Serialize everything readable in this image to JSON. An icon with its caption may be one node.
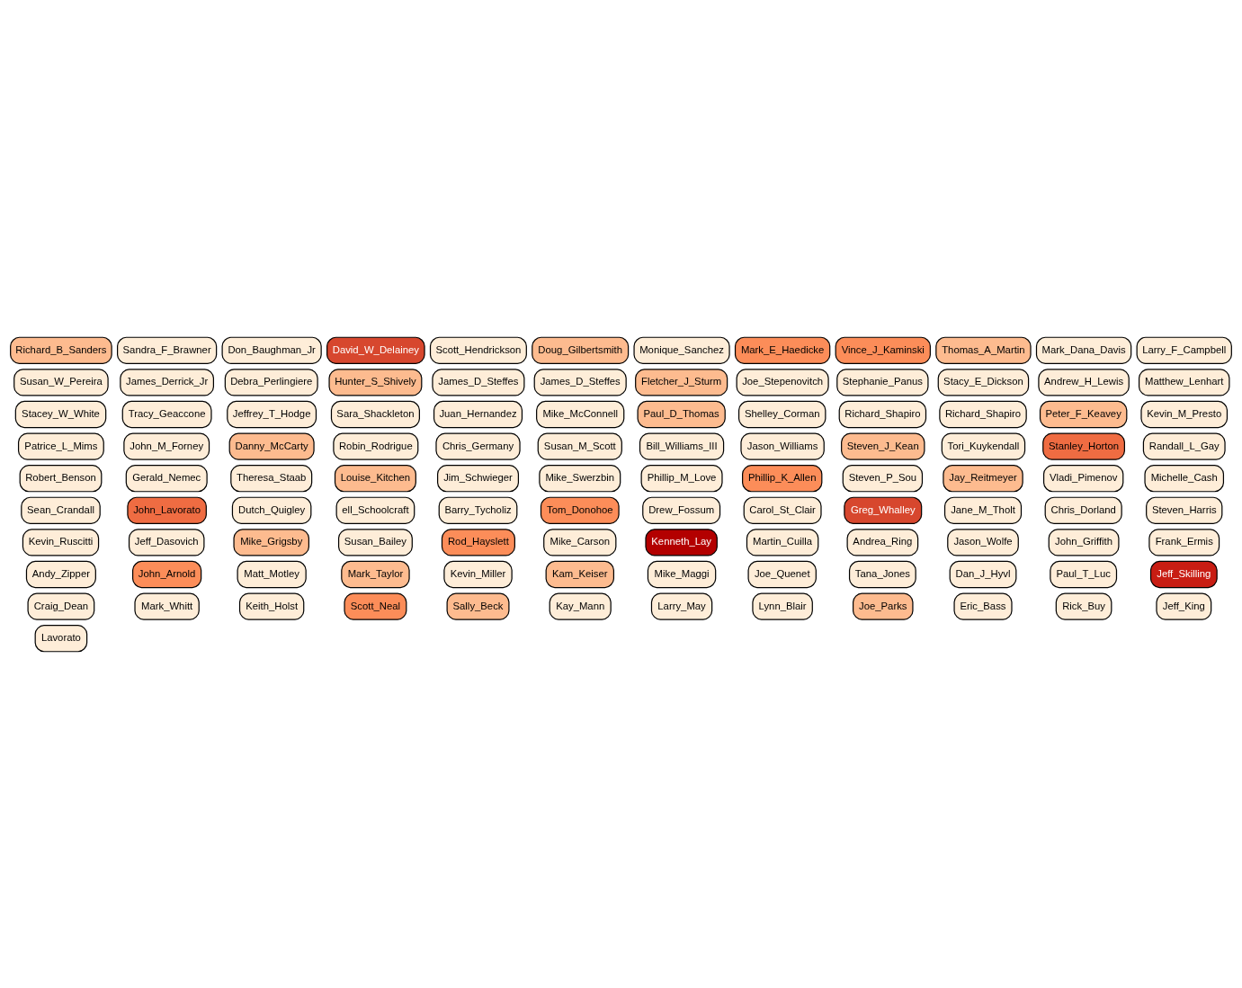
{
  "diagram": {
    "nodes": [
      {
        "text": [
          "Susan_Bailey"
        ]
      },
      {
        "text": [
          "Stacy_E_Dickson"
        ]
      },
      {
        "text": [
          "Lynn_Blair"
        ]
      },
      {
        "text": [
          "Drew_Fossum"
        ]
      },
      {
        "text": [
          "Richard_B_Sanders"
        ]
      },
      {
        "text": [
          "Carol_St_Clair"
        ]
      },
      {
        "text": [
          "Tracy_Geaccone"
        ]
      },
      {
        "text": [
          "Gerald_Nemec"
        ]
      },
      {
        "text": [
          "Debra_Perlingiere"
        ]
      },
      {
        "text": [
          "James_Derrick_Jr"
        ]
      },
      {
        "text": [
          "Steven_Harris"
        ]
      },
      {
        "text": [
          "ell_Schoolcraft"
        ]
      },
      {
        "text": [
          "Kay_Mann"
        ]
      },
      {
        "text": [
          "Tana_Jones"
        ]
      },
      {
        "text": [
          "Shelley_Corman"
        ]
      },
      {
        "text": [
          "Michelle_Cash"
        ]
      },
      {
        "text": [
          "Sara_Shackleton"
        ]
      },
      {
        "text": [
          "Mark_Taylor"
        ]
      },
      {
        "text": [
          "Rod_Hayslett"
        ]
      },
      {
        "text": [
          "Mark_E_Haedicke"
        ]
      },
      {
        "text": [
          "Dan_J_Hyvl"
        ]
      },
      {
        "text": [
          "Richard_Shapiro"
        ]
      },
      {
        "text": [
          "Stephanie_Panus"
        ]
      },
      {
        "text": [
          "Danny_McCarty"
        ]
      },
      {
        "text": [
          "James_D_Steffes"
        ]
      },
      {
        "text": [
          "Jeffrey_T_Hodge"
        ]
      },
      {
        "text": [
          "Jason_Williams"
        ]
      },
      {
        "text": [
          "Patrice_L_Mims"
        ]
      },
      {
        "text": [
          "Chris_Germany"
        ]
      },
      {
        "text": [
          "Richard_Shapiro"
        ]
      },
      {
        "text": [
          "Steven_J_Kean"
        ]
      },
      {
        "text": [
          "Stanley_Horton"
        ]
      },
      {
        "text": [
          "Theresa_Staab"
        ]
      },
      {
        "text": [
          "James_D_Steffes"
        ]
      },
      {
        "text": [
          "Joe_Parks"
        ]
      },
      {
        "text": [
          "Kevin_Ruscitti"
        ]
      },
      {
        "text": [
          "Mark_Whitt"
        ]
      },
      {
        "text": [
          "Rick_Buy"
        ]
      },
      {
        "text": [
          "Mike_McConnell"
        ]
      },
      {
        "text": [
          "Barry_Tycholiz"
        ]
      },
      {
        "text": [
          "Louise_Kitchen"
        ]
      },
      {
        "text": [
          "Susan_W_Pereira"
        ]
      },
      {
        "text": [
          "Greg_Whalley"
        ]
      },
      {
        "text": [
          "Jeff_Dasovich"
        ]
      },
      {
        "text": [
          "Tom_Donohoe"
        ]
      },
      {
        "text": [
          "Jim_Schwieger"
        ]
      },
      {
        "text": [
          "Scott_Hendrickson"
        ]
      },
      {
        "text": [
          "Paul_T_Luc"
        ]
      },
      {
        "text": [
          "Kevin_Miller"
        ]
      },
      {
        "text": [
          "Kenneth_Lay"
        ]
      },
      {
        "text": [
          "Andrew_H_Lewis"
        ]
      },
      {
        "text": [
          "Andrea_Ring"
        ]
      },
      {
        "text": [
          "David_W_Delainey"
        ]
      },
      {
        "text": [
          "Scott_Neal"
        ]
      },
      {
        "text": [
          "Randall_L_Gay"
        ]
      },
      {
        "text": [
          "Vince_J_Kaminski"
        ]
      },
      {
        "text": [
          "Susan_M_Scott"
        ]
      },
      {
        "text": [
          "Jeff_Skilling"
        ]
      },
      {
        "text": [
          "Andy_Zipper"
        ]
      },
      {
        "text": [
          "Phillip_K_Allen"
        ]
      },
      {
        "text": [
          "Tori_Kuykendall"
        ]
      },
      {
        "text": [
          "John_Arnold"
        ]
      },
      {
        "text": [
          "Kevin_M_Presto"
        ]
      },
      {
        "text": [
          "Hunter_S_Shively"
        ]
      },
      {
        "text": [
          "Bill_Williams_III"
        ]
      },
      {
        "text": [
          "Mike_Swerzbin"
        ]
      },
      {
        "text": [
          "Jane_M_Tholt"
        ]
      },
      {
        "text": [
          "Phillip_M_Love"
        ]
      },
      {
        "text": [
          "Martin_Cuilla"
        ]
      },
      {
        "text": [
          "Lavorato"
        ]
      },
      {
        "text": [
          "Thomas_A_Martin"
        ]
      },
      {
        "text": [
          "Doug_Gilbertsmith"
        ]
      },
      {
        "text": [
          "Sandra_F_Brawner"
        ]
      },
      {
        "text": [
          "Eric_Bass"
        ]
      },
      {
        "text": [
          "Sean_Crandall"
        ]
      },
      {
        "text": [
          "John_Lavorato"
        ]
      },
      {
        "text": [
          "Steven_P_Sou"
        ]
      },
      {
        "text": [
          "Mark_Dana_Davis"
        ]
      },
      {
        "text": [
          "Sally_Beck"
        ]
      },
      {
        "text": [
          "Dutch_Quigley"
        ]
      },
      {
        "text": [
          "Craig_Dean"
        ]
      },
      {
        "text": [
          "Peter_F_Keavey"
        ]
      },
      {
        "text": [
          "Kam_Keiser"
        ]
      },
      {
        "text": [
          "Jay_Reitmeyer"
        ]
      },
      {
        "text": [
          "John_M_Forney"
        ]
      },
      {
        "text": [
          "Mike_Grigsby"
        ]
      },
      {
        "text": [
          "Larry_May"
        ]
      },
      {
        "text": [
          "Matthew_Lenhart"
        ]
      },
      {
        "text": [
          "Keith_Holst"
        ]
      },
      {
        "text": [
          "Mike_Maggi"
        ]
      },
      {
        "text": [
          "Larry_F_Campbell"
        ]
      },
      {
        "text": [
          "Stacey_W_White"
        ]
      },
      {
        "text": [
          "John_Griffith"
        ]
      },
      {
        "text": [
          "Frank_Ermis"
        ]
      },
      {
        "text": [
          "Monique_Sanchez"
        ]
      },
      {
        "text": [
          "Fletcher_J_Sturm"
        ]
      },
      {
        "text": [
          "Don_Baughman_Jr"
        ]
      },
      {
        "text": [
          "Vladi_Pimenov"
        ]
      },
      {
        "text": [
          "Jeff_King"
        ]
      },
      {
        "text": [
          "Mike_Carson"
        ]
      },
      {
        "text": [
          "Matt_Motley"
        ]
      },
      {
        "text": [
          "Jason_Wolfe"
        ]
      },
      {
        "text": [
          "Robin_Rodrigue"
        ]
      },
      {
        "text": [
          "Juan_Hernandez"
        ]
      },
      {
        "text": [
          "Robert_Benson"
        ]
      },
      {
        "text": [
          "Chris_Dorland"
        ]
      },
      {
        "text": [
          "Paul_D_Thomas"
        ]
      },
      {
        "text": [
          "Joe_Stepenovitch"
        ]
      },
      {
        "text": [
          "Joe_Quenet"
        ]
      }
    ]
  }
}
